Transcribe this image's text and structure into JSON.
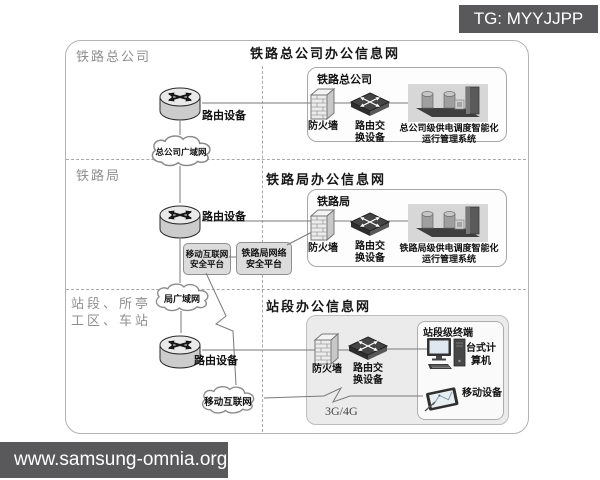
{
  "overlay": {
    "tg": "TG: MYYJJPP",
    "watermark": "www.samsung-omnia.org"
  },
  "zones": {
    "hq": {
      "label": "铁路总公司",
      "title": "铁路总公司办公信息网",
      "router": "路由设备",
      "cloud": "总公司广域网",
      "box_title": "铁路总公司",
      "firewall": "防火墙",
      "switch_line1": "路由交",
      "switch_line2": "换设备",
      "system_line1": "总公司级供电调度智能化",
      "system_line2": "运行管理系统"
    },
    "bureau": {
      "label": "铁路局",
      "title": "铁路局办公信息网",
      "router": "路由设备",
      "cloud": "局广域网",
      "mobile_platform_line1": "移动互联网",
      "mobile_platform_line2": "安全平台",
      "network_platform_line1": "铁路局网络",
      "network_platform_line2": "安全平台",
      "box_title": "铁路局",
      "firewall": "防火墙",
      "switch_line1": "路由交",
      "switch_line2": "换设备",
      "system_line1": "铁路局级供电调度智能化",
      "system_line2": "运行管理系统"
    },
    "station": {
      "label_line1": "站段、所亭",
      "label_line2": "工区、车站",
      "title": "站段办公信息网",
      "router": "路由设备",
      "cloud": "移动互联网",
      "link": "3G/4G",
      "box_title": "站段级终端",
      "firewall": "防火墙",
      "switch_line1": "路由交",
      "switch_line2": "换设备",
      "desktop_line1": "台式计",
      "desktop_line2": "算机",
      "mobile": "移动设备"
    }
  }
}
